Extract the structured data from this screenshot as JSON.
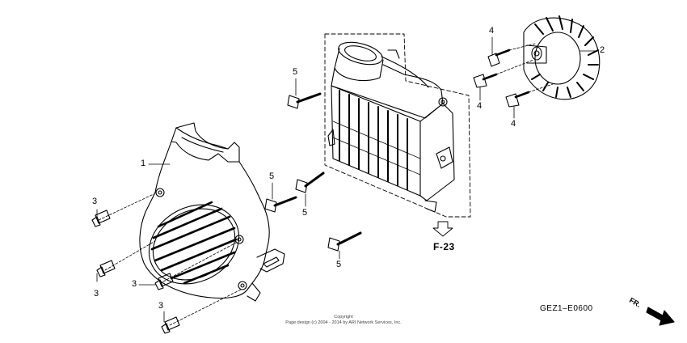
{
  "callouts": [
    {
      "id": "c1",
      "label": "1"
    },
    {
      "id": "c2",
      "label": "2"
    },
    {
      "id": "c3a",
      "label": "3"
    },
    {
      "id": "c3b",
      "label": "3"
    },
    {
      "id": "c3c",
      "label": "3"
    },
    {
      "id": "c3d",
      "label": "3"
    },
    {
      "id": "c4a",
      "label": "4"
    },
    {
      "id": "c4b",
      "label": "4"
    },
    {
      "id": "c4c",
      "label": "4"
    },
    {
      "id": "c5a",
      "label": "5"
    },
    {
      "id": "c5b",
      "label": "5"
    },
    {
      "id": "c5c",
      "label": "5"
    },
    {
      "id": "c5d",
      "label": "5"
    }
  ],
  "reference": "F-23",
  "diagram_code": "GEZ1–E0600",
  "front_label": "FR.",
  "copyright": {
    "line1": "Copyright",
    "line2": "Page design (c) 2004 - 2014 by ARI Network Services, Inc."
  },
  "colors": {
    "ink": "#000000",
    "background": "#ffffff"
  }
}
